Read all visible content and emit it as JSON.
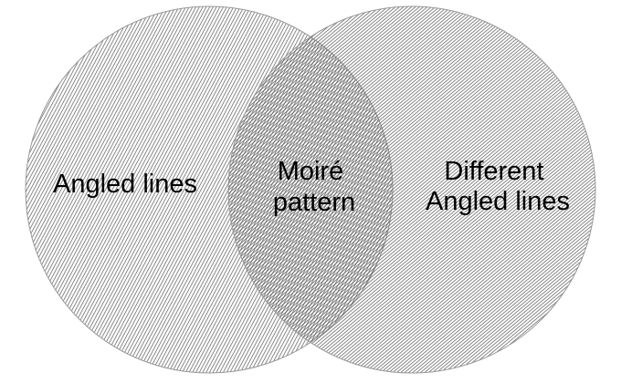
{
  "venn": {
    "background_color": "#ffffff",
    "outline_color": "#999999",
    "hatch_color": "#555555",
    "text_color": "#000000",
    "left": {
      "label": "Angled lines",
      "hatch_angle_deg": 62,
      "hatch_direction": "bottom-left to top-right"
    },
    "right": {
      "label_lines": [
        "Different",
        "Angled lines"
      ],
      "hatch_angle_deg": 40,
      "hatch_direction": "bottom-left to top-right"
    },
    "overlap": {
      "label_lines": [
        "Moiré",
        "pattern"
      ]
    }
  }
}
